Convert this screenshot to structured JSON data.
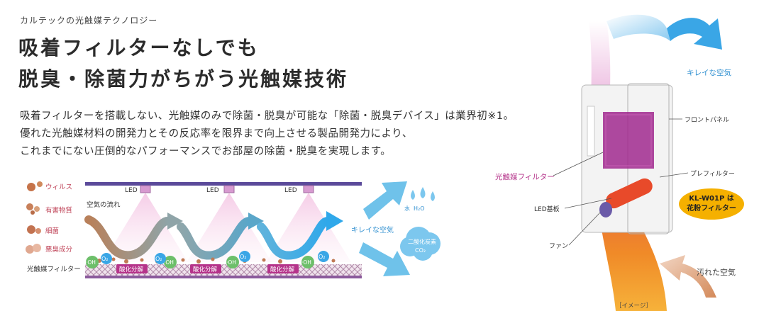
{
  "eyebrow": "カルテックの光触媒テクノロジー",
  "headline": [
    "吸着フィルターなしでも",
    "脱臭・除菌力がちがう光触媒技術"
  ],
  "body": {
    "line1": "吸着フィルターを搭載しない、光触媒のみで除菌・脱臭が可能な「除菌・脱臭デバイス」は業界初※1。",
    "line2": "優れた光触媒材料の開発力とその反応率を限界まで向上させる製品開発力により、",
    "line3": "これまでにない圧倒的なパフォーマンスでお部屋の除菌・脱臭を実現します。"
  },
  "left_diagram": {
    "pollutants": [
      "ウィルス",
      "有害物質",
      "細菌",
      "悪臭成分"
    ],
    "led_label": "LED",
    "airflow_label": "空気の流れ",
    "filter_label": "光触媒フィルター",
    "decompose_label": "酸化分解",
    "oh_label": "·OH",
    "o2_label": "O₂",
    "clean_air_label": "キレイな空気",
    "water_label": "水",
    "h2o_label": "H₂O",
    "co2_label_1": "二酸化炭素",
    "co2_label_2": "CO₂"
  },
  "right_diagram": {
    "clean_air_label": "キレイな空気",
    "front_panel_label": "フロントパネル",
    "photocatalyst_filter_label": "光触媒フィルター",
    "prefilter_label": "プレフィルター",
    "led_board_label": "LED基板",
    "fan_label": "ファン",
    "badge_line1": "KL-W01P は",
    "badge_line2": "花粉フィルター",
    "dirty_air_label": "汚れた空気",
    "image_note": "［イメージ］"
  },
  "colors": {
    "accent_blue": "#3aa6e6",
    "magenta": "#b5338a",
    "badge_yellow": "#f5b000",
    "pollutant_red": "#c0465a"
  }
}
